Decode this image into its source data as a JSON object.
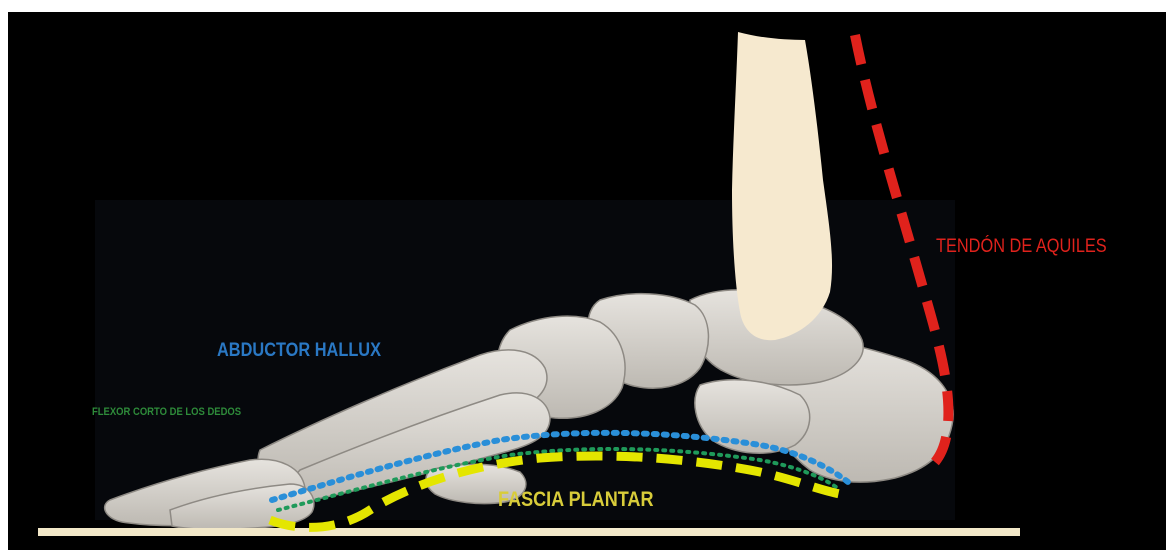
{
  "labels": {
    "achilles": "TENDÓN DE AQUILES",
    "abductor": "ABDUCTOR  HALLUX",
    "flexor": "FLEXOR CORTO DE LOS DEDOS",
    "fascia": "FASCIA PLANTAR"
  },
  "colors": {
    "background": "#000000",
    "frame": "#ffffff",
    "bone": "#d8d5cf",
    "tibia": "#f6e9cf",
    "ground": "#f2e8c9",
    "achilles": "#e0221c",
    "abductor": "#2a8fd8",
    "flexor": "#1f9a5a",
    "fascia": "#e4e600"
  }
}
